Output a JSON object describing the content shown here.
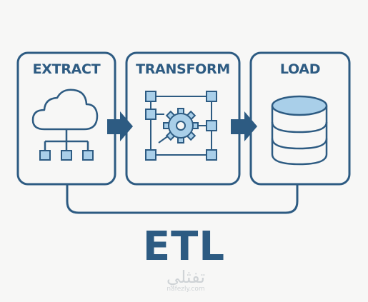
{
  "stages": [
    {
      "label": "EXTRACT",
      "icon": "cloud-network-icon"
    },
    {
      "label": "TRANSFORM",
      "icon": "gear-nodes-icon"
    },
    {
      "label": "LOAD",
      "icon": "database-icon"
    }
  ],
  "title": "ETL",
  "watermark": {
    "arabic": "تفثلي",
    "latin": "nafezly.com"
  },
  "colors": {
    "primary": "#2d5b82",
    "node_fill": "#a9cfe9",
    "background": "#f7f7f6",
    "watermark": "#cfd3d6"
  }
}
